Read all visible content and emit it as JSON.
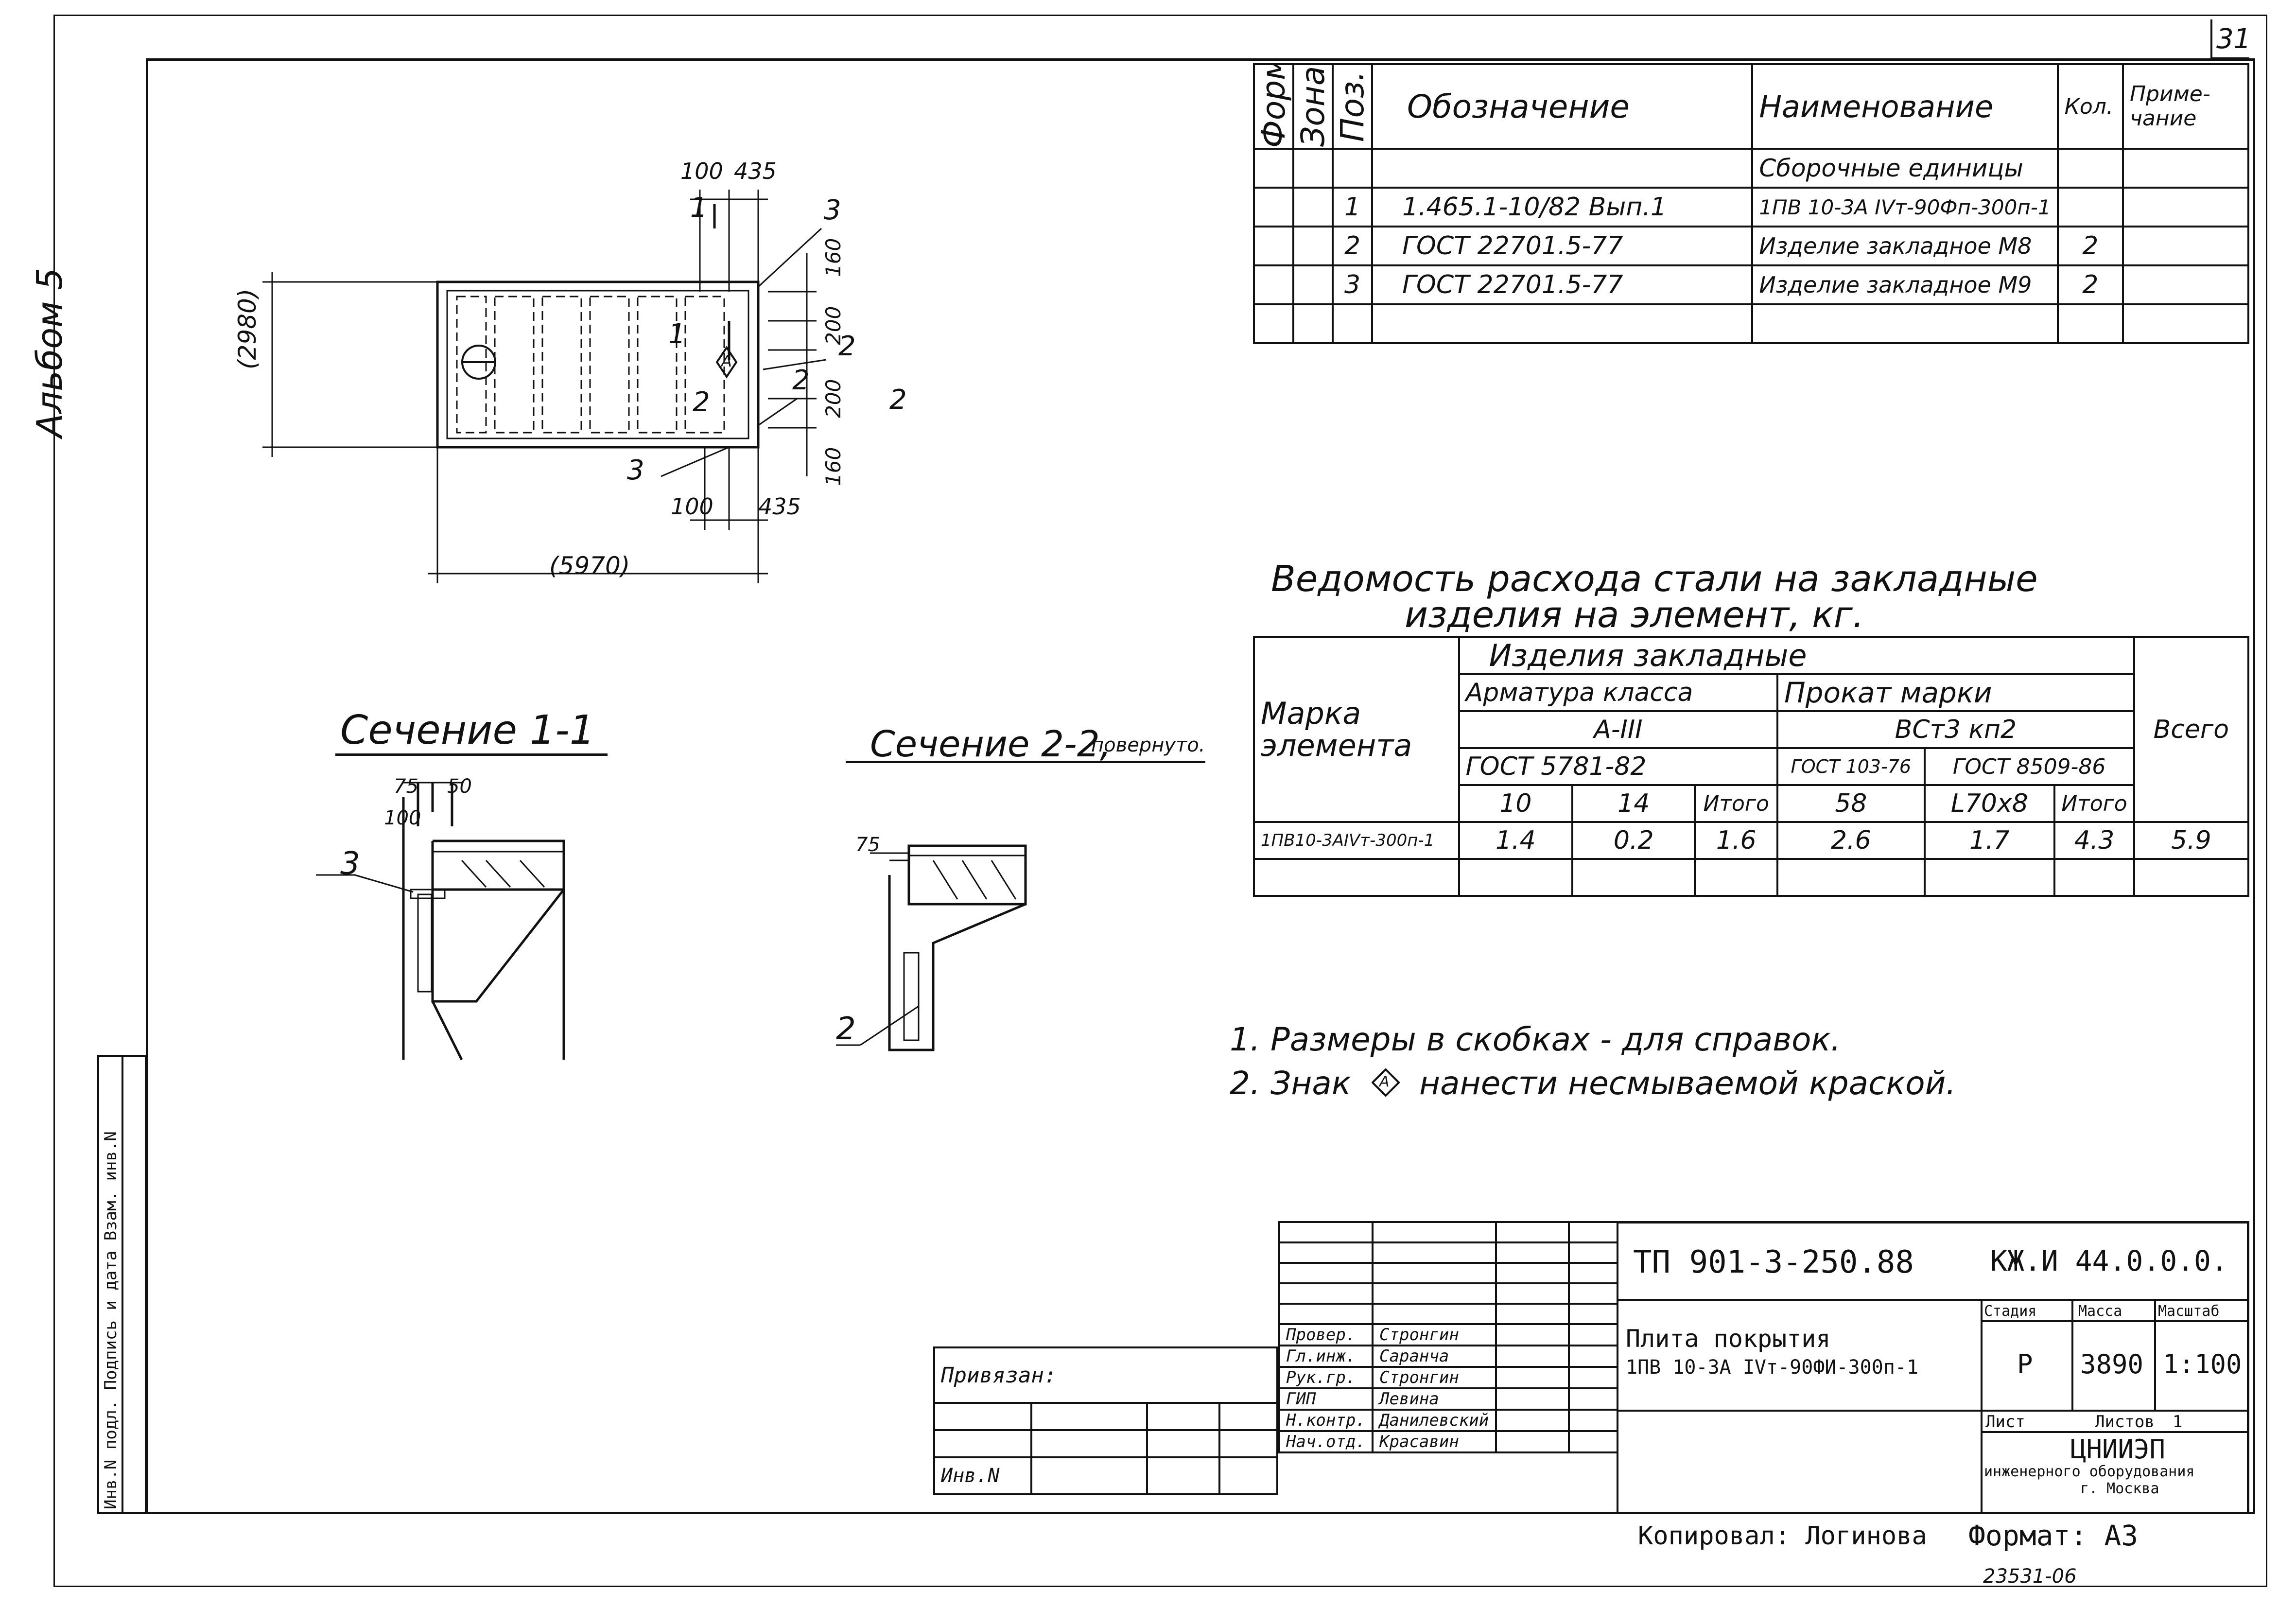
{
  "sheet": {
    "page_number": "31",
    "album_label": "Альбом 5",
    "margin_stamp": "Инв.N подл. Подпись и дата Взам. инв.N"
  },
  "plan": {
    "overall_height": "(2980)",
    "overall_length": "(5970)",
    "dim_top_100": "100",
    "dim_top_435": "435",
    "dim_bottom_100": "100",
    "dim_bottom_435": "435",
    "dim_160_top": "160",
    "dim_200_top": "200",
    "dim_200_bottom": "200",
    "dim_160_bottom": "160",
    "callout_3_top": "3",
    "callout_2_right": "2",
    "callout_2_mid": "2",
    "callout_3_bottom": "3",
    "section_1_top": "1",
    "section_1_mid": "1",
    "section_2_mid": "2",
    "section_2_right": "2",
    "sign": "А"
  },
  "spec_table": {
    "headers": {
      "format": "Формат",
      "zone": "Зона",
      "pos": "Поз.",
      "designation": "Обозначение",
      "name": "Наименование",
      "qty": "Кол.",
      "note": "Приме-чание"
    },
    "section_title": "Сборочные единицы",
    "rows": [
      {
        "pos": "1",
        "designation": "1.465.1-10/82  Вып.1",
        "name": "1ПВ 10-3А IVт-90Фп-300п-1",
        "qty": ""
      },
      {
        "pos": "2",
        "designation": "ГОСТ 22701.5-77",
        "name": "Изделие закладное М8",
        "qty": "2"
      },
      {
        "pos": "3",
        "designation": "ГОСТ 22701.5-77",
        "name": "Изделие закладное М9",
        "qty": "2"
      }
    ]
  },
  "steel": {
    "title_line1": "Ведомость расхода стали на закладные",
    "title_line2": "изделия на элемент, кг.",
    "header_group": "Изделия закладные",
    "h_mark": "Марка элемента",
    "h_rebar": "Арматура класса",
    "h_rolled": "Прокат марки",
    "h_rebar_class": "А-III",
    "h_steel_grade": "ВСт3 кп2",
    "h_gost_rebar": "ГОСТ 5781-82",
    "h_gost_103": "ГОСТ 103-76",
    "h_gost_8509": "ГОСТ 8509-86",
    "h_total_all": "Всего",
    "sizes": [
      "10",
      "14",
      "Итого",
      "58",
      "L70х8",
      "Итого"
    ],
    "row": {
      "mark": "1ПВ10-3АIVт-300п-1",
      "values": [
        "1.4",
        "0.2",
        "1.6",
        "2.6",
        "1.7",
        "4.3",
        "5.9"
      ]
    }
  },
  "sections": {
    "s1_title": "Сечение 1-1",
    "s1_dim75": "75",
    "s1_dim50": "50",
    "s1_dim100": "100",
    "s1_callout": "3",
    "s2_title": "Сечение 2-2,",
    "s2_suffix": "повернуто.",
    "s2_dim75": "75",
    "s2_callout": "2"
  },
  "notes": {
    "line1": "1. Размеры в скобках - для справок.",
    "line2_a": "2. Знак",
    "line2_sign": "А",
    "line2_b": "нанести несмываемой краской."
  },
  "title_block": {
    "project": "ТП 901-3-250.88",
    "code": "КЖ.И 44.0.0.0.",
    "drawing_name_1": "Плита покрытия",
    "drawing_name_2": "1ПВ 10-3А IVт-90ФИ-300п-1",
    "h_stage": "Стадия",
    "h_mass": "Масса",
    "h_scale": "Масштаб",
    "stage": "Р",
    "mass": "3890",
    "scale": "1:100",
    "sheet_label": "Лист",
    "sheets_label": "Листов",
    "sheets_value": "1",
    "org_1": "ЦНИИЭП",
    "org_2": "инженерного оборудования",
    "org_3": "г. Москва",
    "bound": "Привязан:",
    "inv": "Инв.N",
    "roles": [
      {
        "role": "Провер.",
        "name": "Стронгин"
      },
      {
        "role": "Гл.инж.",
        "name": "Саранча"
      },
      {
        "role": "Рук.гр.",
        "name": "Стронгин"
      },
      {
        "role": "ГИП",
        "name": "Левина"
      },
      {
        "role": "Н.контр.",
        "name": "Данилевский"
      },
      {
        "role": "Нач.отд.",
        "name": "Красавин"
      }
    ],
    "copied": "Копировал: Логинова",
    "format": "Формат: А3",
    "archive_no": "23531-06"
  }
}
